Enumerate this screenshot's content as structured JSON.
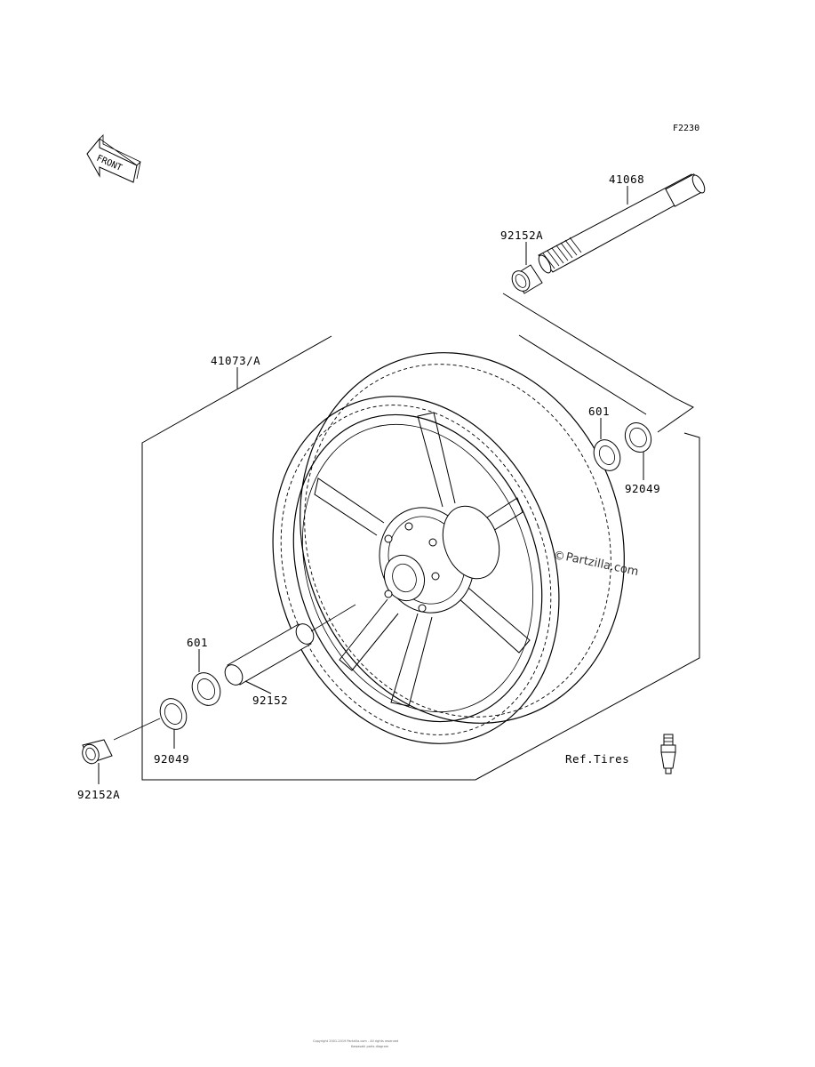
{
  "figure_code": "F2230",
  "front_label": "FRONT",
  "watermark": "Partzilla.com",
  "copyright_symbol": "©",
  "footer_line1": "Copyright 2001-2019 Partzilla.com - All rights reserved",
  "footer_line2": "Kawasaki parts diagram",
  "parts": {
    "axle": "41068",
    "collar_top": "92152A",
    "wheel": "41073/A",
    "bearing_right": "601",
    "seal_right": "92049",
    "bearing_left": "601",
    "spacer": "92152",
    "seal_left": "92049",
    "collar_bottom": "92152A",
    "ref_tires": "Ref.Tires"
  }
}
